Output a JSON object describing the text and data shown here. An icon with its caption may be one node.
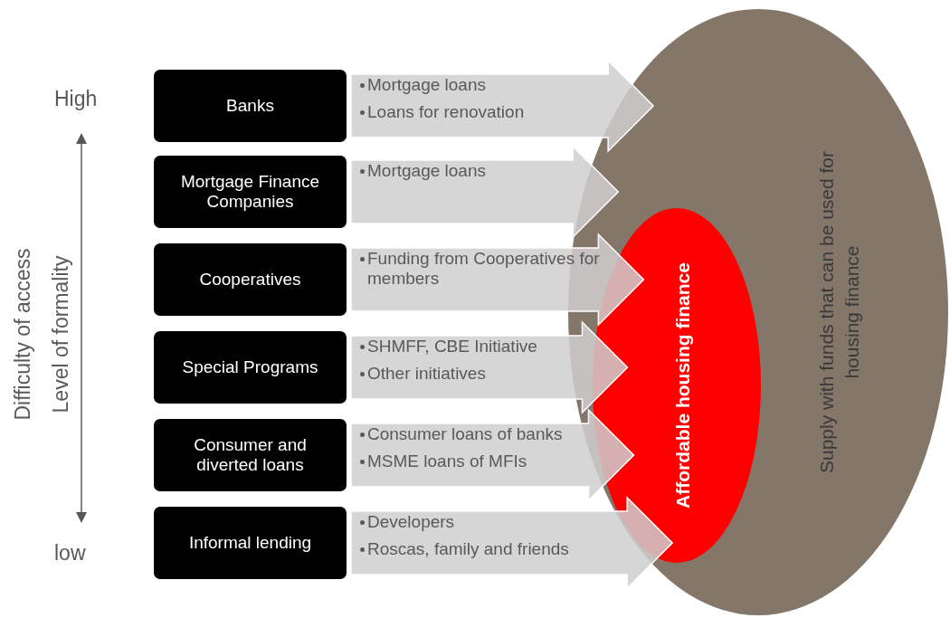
{
  "diagram": {
    "nodes": [
      {
        "text": [
          "Banks"
        ]
      },
      {
        "text": [
          "Mortgage loans",
          "Loans for renovation"
        ]
      },
      {
        "text": [
          "Mortgage Finance Companies"
        ]
      },
      {
        "text": [
          "Mortgage loans"
        ]
      },
      {
        "text": [
          "Cooperatives"
        ]
      },
      {
        "text": [
          "Funding from Cooperatives for members"
        ]
      },
      {
        "text": [
          "Special Programs"
        ]
      },
      {
        "text": [
          "SHMFF, CBE Initiative",
          "Other initiatives"
        ]
      },
      {
        "text": [
          "Consumer and diverted loans"
        ]
      },
      {
        "text": [
          "Consumer loans of banks",
          "MSME loans of MFIs"
        ]
      },
      {
        "text": [
          "Informal lending"
        ]
      },
      {
        "text": [
          "Developers",
          "Roscas, family and friends"
        ]
      },
      {
        "text": [
          "Supply with funds that can be used for housing finance"
        ]
      },
      {
        "text": [
          "Affordable housing finance"
        ],
        "in": 12
      }
    ],
    "edges": [
      {
        "from": 0,
        "to": 12,
        "arrow": "to"
      },
      {
        "from": 2,
        "to": 12,
        "arrow": "to"
      },
      {
        "from": 4,
        "to": 13,
        "arrow": "to"
      },
      {
        "from": 6,
        "to": 13,
        "arrow": "to"
      },
      {
        "from": 8,
        "to": 13,
        "arrow": "to"
      },
      {
        "from": 10,
        "to": 13,
        "arrow": "to"
      }
    ],
    "labels": [
      "High",
      "Difficulty of access",
      "Level of formality",
      "low"
    ]
  }
}
